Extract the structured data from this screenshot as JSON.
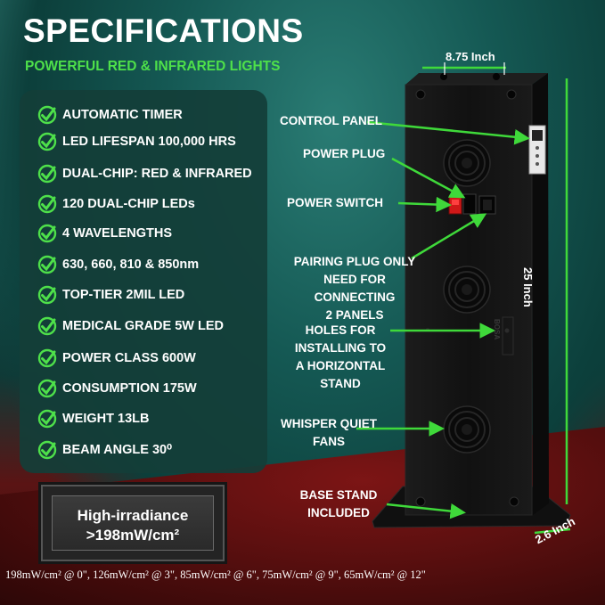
{
  "header": {
    "title": "SPECIFICATIONS",
    "subtitle": "POWERFUL RED & INFRARED LIGHTS"
  },
  "specs": [
    "AUTOMATIC TIMER",
    "LED LIFESPAN 100,000 HRS",
    "DUAL-CHIP: RED & INFRARED",
    "120 DUAL-CHIP LEDs",
    "4 WAVELENGTHS",
    "630, 660, 810 & 850nm",
    "TOP-TIER 2MIL LED",
    "MEDICAL GRADE 5W LED",
    "POWER CLASS 600W",
    "CONSUMPTION 175W",
    "WEIGHT 13LB",
    "BEAM ANGLE 30⁰"
  ],
  "irradiance": {
    "line1": "High-irradiance",
    "line2": ">198mW/cm²"
  },
  "footnote": "198mW/cm² @ 0\", 126mW/cm² @ 3\", 85mW/cm² @ 6\", 75mW/cm² @ 9\", 65mW/cm² @ 12\"",
  "callouts": {
    "control_panel": "CONTROL PANEL",
    "power_plug": "POWER PLUG",
    "power_switch": "POWER SWITCH",
    "pairing_plug_1": "PAIRING PLUG ONLY",
    "pairing_plug_2": "NEED FOR CONNECTING",
    "pairing_plug_3": "2 PANELS",
    "holes_1": "HOLES FOR",
    "holes_2": "INSTALLING TO",
    "holes_3": "A HORIZONTAL",
    "holes_4": "STAND",
    "fans_1": "WHISPER QUIET",
    "fans_2": "FANS",
    "base_1": "BASE STAND",
    "base_2": "INCLUDED"
  },
  "dimensions": {
    "width": "8.75 Inch",
    "height": "25 Inch",
    "depth": "2.6 Inch"
  },
  "device": {
    "brand_text": "BOSA"
  },
  "colors": {
    "accent_green": "#4ee04a",
    "arrow_green": "#3fd93a",
    "device_body": "#141414"
  }
}
